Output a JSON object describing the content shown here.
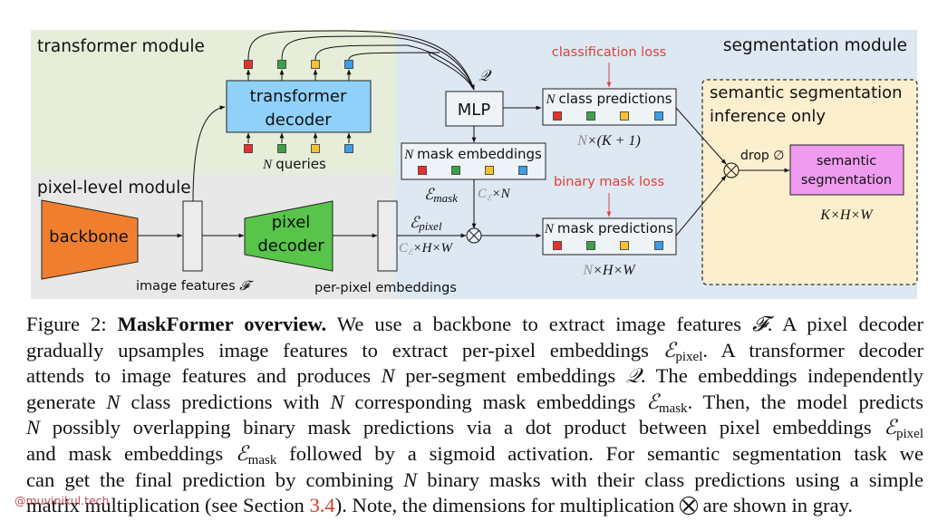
{
  "figure": {
    "modules": {
      "transformer": "transformer module",
      "pixel_level": "pixel-level module",
      "segmentation": "segmentation module",
      "semantic_inference_line1": "semantic segmentation",
      "semantic_inference_line2": "inference only"
    },
    "blocks": {
      "backbone": "backbone",
      "pixel_decoder_line1": "pixel",
      "pixel_decoder_line2": "decoder",
      "transformer_decoder_line1": "transformer",
      "transformer_decoder_line2": "decoder",
      "mlp": "MLP",
      "semantic_seg_line1": "semantic",
      "semantic_seg_line2": "segmentation"
    },
    "labels": {
      "image_features": "image features",
      "image_features_symbol": "𝓕",
      "per_pixel_embeddings": "per-pixel embeddings",
      "n_queries_N": "N",
      "n_queries": "queries",
      "q_symbol": "𝒬",
      "n_mask_embeddings": "mask embeddings",
      "n_class_predictions": "class predictions",
      "n_mask_predictions": "mask predictions",
      "N": "N",
      "e_mask": "ℰ",
      "e_mask_sub": "mask",
      "e_pixel": "ℰ",
      "e_pixel_sub": "pixel",
      "dim_mask_emb": "C",
      "dim_mask_emb_rest": "×N",
      "dim_pixel_emb_rest": "×H×W",
      "dim_class_pred_N": "N",
      "dim_class_pred_rest": "×(K + 1)",
      "dim_mask_pred_N": "N",
      "dim_mask_pred_rest": "×H×W",
      "dim_semantic": "K×H×W",
      "drop": "drop ∅",
      "classification_loss": "classification loss",
      "binary_mask_loss": "binary mask loss"
    },
    "token_colors": [
      "#e8312b",
      "#3fa04a",
      "#f6c230",
      "#3b9ee6"
    ],
    "colors": {
      "transformer_bg": "#e6eed9",
      "pixel_bg": "#e8e8e8",
      "segmentation_bg": "#dde8f3",
      "inference_bg": "#fbefce",
      "backbone": "#ef7f2f",
      "pixel_decoder": "#58c44a",
      "transformer_decoder": "#8fd1f9",
      "semantic_seg": "#ef9cf0",
      "loss_text": "#e0403a",
      "dim_gray": "#8c8c8c"
    }
  },
  "caption": {
    "figure_label": "Figure 2:",
    "title": "MaskFormer overview.",
    "lines": [
      {
        "a": " We use a backbone to extract image features ",
        "sym": "𝓕",
        "b": ". A pixel decoder"
      },
      {
        "a": "gradually upsamples image features to extract per-pixel embeddings ",
        "sym": "ℰ",
        "sub": "pixel",
        "b": ". A transformer decoder"
      },
      {
        "a": "attends to image features and produces ",
        "N": "N",
        "b": " per-segment embeddings ",
        "sym": "𝒬",
        "c": ". The embeddings independently"
      },
      {
        "a": "generate ",
        "N": "N",
        "b": " class predictions with ",
        "N2": "N",
        "c": " corresponding mask embeddings ",
        "sym": "ℰ",
        "sub": "mask",
        "d": ". Then, the model predicts"
      },
      {
        "N": "N",
        "a": " possibly overlapping binary mask predictions via a dot product between pixel embeddings ",
        "sym": "ℰ",
        "sub": "pixel"
      },
      {
        "a": "and mask embeddings ",
        "sym": "ℰ",
        "sub": "mask",
        "b": " followed by a sigmoid activation. For semantic segmentation task we"
      },
      {
        "a": "can get the final prediction by combining ",
        "N": "N",
        "b": " binary masks with their class predictions using a simple"
      },
      {
        "a": "matrix multiplication (see Section ",
        "ref": "3.4",
        "b": "). Note, the dimensions for multiplication ",
        "c": " are shown in gray."
      }
    ]
  },
  "watermark": "@muvinikul.tech"
}
